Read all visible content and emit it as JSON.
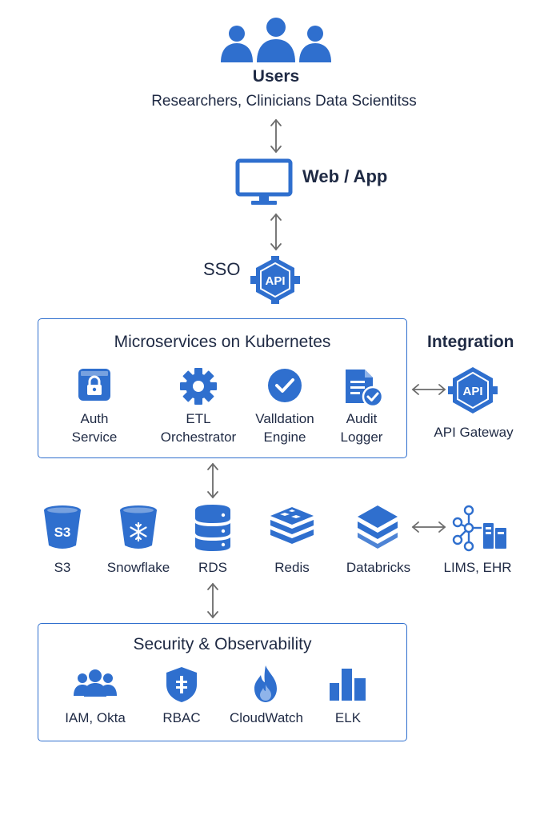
{
  "users": {
    "title": "Users",
    "subtitle": "Researchers, Clinicians Data Scientitss"
  },
  "web": {
    "label": "Web / App"
  },
  "sso": {
    "label": "SSO",
    "badge": "API"
  },
  "microservices": {
    "title": "Microservices on Kubernetes",
    "items": [
      {
        "icon": "lock-icon",
        "line1": "Auth",
        "line2": "Service"
      },
      {
        "icon": "gear-icon",
        "line1": "ETL",
        "line2": "Orchestrator"
      },
      {
        "icon": "check-circle-icon",
        "line1": "Valldation",
        "line2": "Engine"
      },
      {
        "icon": "document-check-icon",
        "line1": "Audit",
        "line2": "Logger"
      }
    ]
  },
  "integration": {
    "title": "Integration",
    "gateway": "API Gateway",
    "badge": "API"
  },
  "storage": {
    "items": [
      {
        "icon": "s3-bucket-icon",
        "label": "S3",
        "badge": "S3"
      },
      {
        "icon": "snowflake-icon",
        "label": "Snowflake"
      },
      {
        "icon": "database-icon",
        "label": "RDS"
      },
      {
        "icon": "redis-icon",
        "label": "Redis"
      },
      {
        "icon": "databricks-icon",
        "label": "Databricks"
      }
    ],
    "external": {
      "icon": "network-icon",
      "label": "LIMS, EHR"
    }
  },
  "security": {
    "title": "Security & Observability",
    "items": [
      {
        "icon": "group-icon",
        "label": "IAM, Okta"
      },
      {
        "icon": "shield-icon",
        "label": "RBAC"
      },
      {
        "icon": "flame-icon",
        "label": "CloudWatch"
      },
      {
        "icon": "bar-chart-icon",
        "label": "ELK"
      }
    ]
  },
  "colors": {
    "accent": "#2f6fce",
    "text": "#1f2a44",
    "arrow": "#6b6b6b"
  }
}
